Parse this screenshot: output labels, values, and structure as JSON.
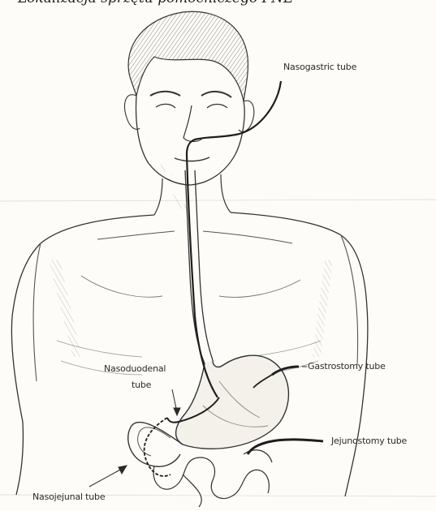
{
  "caption": "Lokalizacja sprzętu pomocniczego PNE",
  "labels": {
    "nasogastric": "Nasogastric tube",
    "nasoduodenal_1": "Nasoduodenal",
    "nasoduodenal_2": "tube",
    "gastrostomy": "Gastrostomy tube",
    "jejunostomy": "Jejunostomy tube",
    "nasojejunal": "Nasojejunal tube"
  },
  "colors": {
    "ink": "#2a2a2a",
    "paper": "#fdfcf8",
    "tube": "#1e1e1e"
  }
}
